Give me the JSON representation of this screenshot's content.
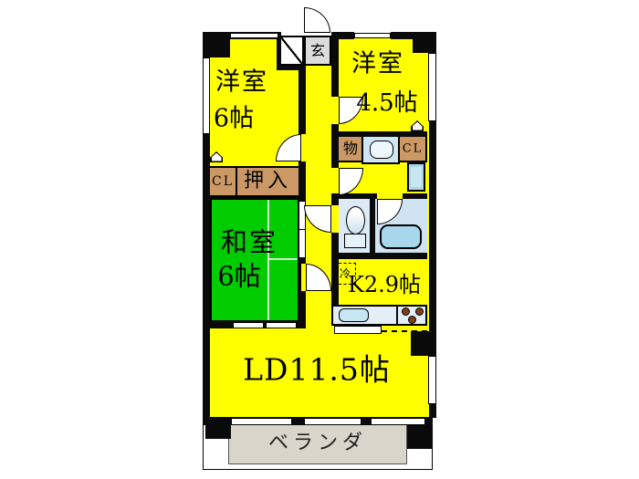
{
  "floor_plan": {
    "entrance_label": "玄",
    "western_room_1": {
      "name": "洋室",
      "size": "6帖"
    },
    "western_room_2": {
      "name": "洋室",
      "size": "4.5帖"
    },
    "japanese_room": {
      "name": "和室",
      "size": "6帖"
    },
    "kitchen_label": "K2.9帖",
    "living_dining_label": "LD11.5帖",
    "veranda_label": "ベランダ",
    "closet_left_label": "CL",
    "closet_right_label": "CL",
    "oshiire_label": "押入",
    "storage_label": "物",
    "refrigerator_label": "冷"
  },
  "colors": {
    "room_yellow": "#FFFF00",
    "tatami_green": "#00CC00",
    "closet_brown": "#CC9966",
    "entrance_gray": "#DCDCDC",
    "veranda_beige": "#D9D5CB",
    "sanitary_blue": "#CFE7F5",
    "fixture_blue": "#A8D6EA",
    "wall_black": "#0A0A0A"
  }
}
